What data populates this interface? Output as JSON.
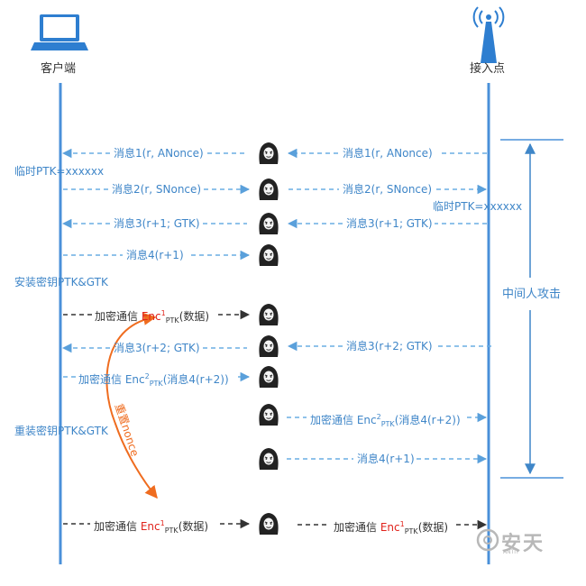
{
  "nodes": {
    "client": "客户端",
    "ap": "接入点"
  },
  "side_labels": {
    "temp_ptk_client": "临时PTK=xxxxxx",
    "temp_ptk_ap": "临时PTK=xxxxxx",
    "install_key": "安装密钥PTK&GTK",
    "reinstall_key": "重装密钥PTK&GTK",
    "mitm": "中间人攻击",
    "reset_nonce": "重置nonce"
  },
  "messages": {
    "m1": "消息1(r, ANonce)",
    "m2": "消息2(r, SNonce)",
    "m3": "消息3(r+1; GTK)",
    "m4": "消息4(r+1)",
    "m3b": "消息3(r+2; GTK)",
    "enc_prefix": "加密通信 ",
    "enc": "Enc",
    "sup1": "1",
    "sup2": "2",
    "ptk": "PTK",
    "data": "(数据)",
    "m4b": "(消息4(r+2))"
  },
  "watermark": {
    "brand": "安天",
    "sub": "ANTIY"
  },
  "colors": {
    "blue": "#3f86c8",
    "dark": "#333333",
    "red": "#e0221b",
    "orange": "#ef6c1f"
  }
}
